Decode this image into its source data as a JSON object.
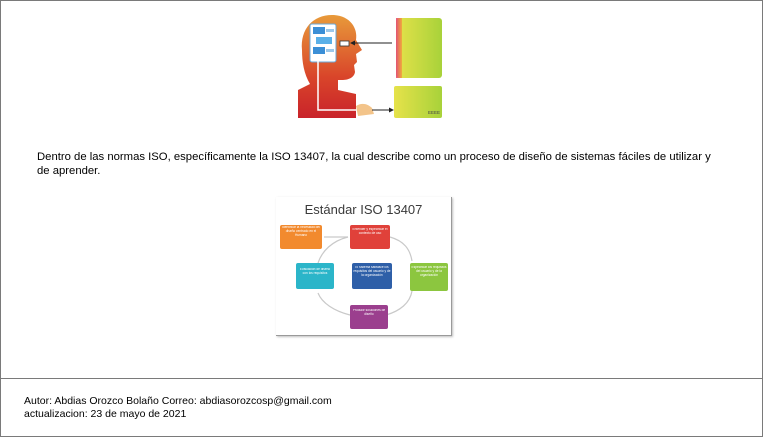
{
  "paragraph": {
    "text": "Dentro de las normas ISO, específicamente la ISO 13407, la cual describe como un proceso de diseño de sistemas fáciles de utilizar y de aprender."
  },
  "top_image": {
    "corner_text": "ЕЕЕЕ"
  },
  "diagram": {
    "title": "Estándar ISO 13407",
    "boxes": [
      {
        "text": "Identificar la necesidad del diseño centrado en el Humano",
        "color": "#f28a2e"
      },
      {
        "text": "Entender y especificar el contexto de uso",
        "color": "#e0413a"
      },
      {
        "text": "Especificar los requisitos del usuario y de la organización",
        "color": "#8cc63f"
      },
      {
        "text": "Producir soluciones de diseño",
        "color": "#9b3f8e"
      },
      {
        "text": "Evaluación de diseño con los requisitos",
        "color": "#2bb5c9"
      },
      {
        "text": "El sistema satisface los requisitos del usuario y de la organización",
        "color": "#2e5fa8"
      }
    ]
  },
  "footer": {
    "line1": "Autor: Abdias Orozco Bolaño Correo: abdiasorozcosp@gmail.com",
    "line2": "actualizacion: 23 de mayo de 2021"
  }
}
